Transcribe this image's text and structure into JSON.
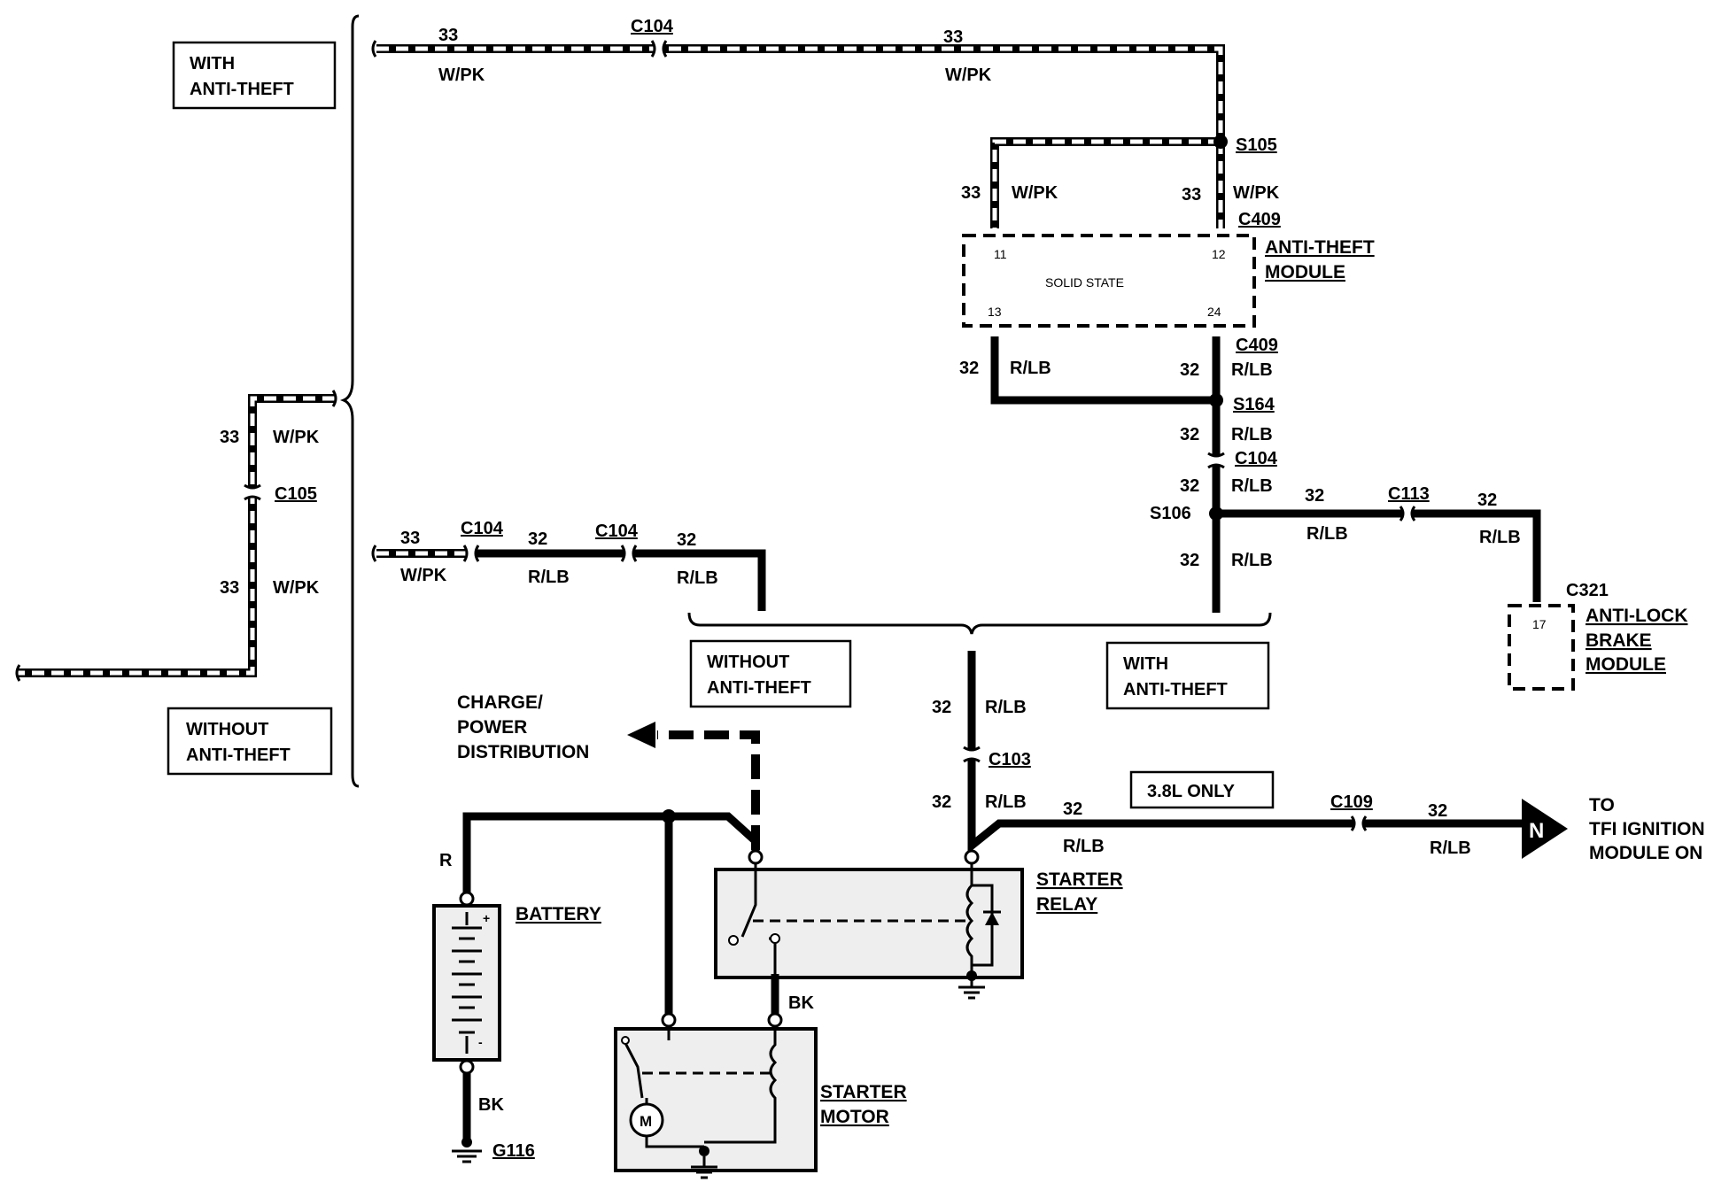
{
  "panels": {
    "with_anti_theft_left": [
      "WITH",
      "ANTI-THEFT"
    ],
    "without_anti_theft_left": [
      "WITHOUT",
      "ANTI-THEFT"
    ],
    "without_anti_theft_mid": [
      "WITHOUT",
      "ANTI-THEFT"
    ],
    "with_anti_theft_mid": [
      "WITH",
      "ANTI-THEFT"
    ]
  },
  "circuits": {
    "c33": "33",
    "c32": "32",
    "w_pk": "W/PK",
    "r_lb": "R/LB",
    "r": "R",
    "bk": "BK"
  },
  "connectors": {
    "c104": "C104",
    "c105": "C105",
    "c409": "C409",
    "c113": "C113",
    "c321": "C321",
    "c103": "C103",
    "c109": "C109",
    "s105": "S105",
    "s164": "S164",
    "s106": "S106",
    "g116": "G116"
  },
  "anti_theft_module": {
    "title": [
      "ANTI-THEFT",
      "MODULE"
    ],
    "inner": "SOLID STATE",
    "pins": [
      "11",
      "12",
      "13",
      "24"
    ]
  },
  "abs_module": {
    "title": [
      "ANTI-LOCK",
      "BRAKE",
      "MODULE"
    ],
    "pin": "17"
  },
  "charge": [
    "CHARGE/",
    "POWER",
    "DISTRIBUTION"
  ],
  "battery": {
    "label": "BATTERY",
    "plus": "+",
    "minus": "-"
  },
  "starter_relay": [
    "STARTER",
    "RELAY"
  ],
  "starter_motor": {
    "label": [
      "STARTER",
      "MOTOR"
    ],
    "m": "M"
  },
  "engine_note": "3.8L ONLY",
  "tfi": [
    "TO",
    "TFI IGNITION",
    "MODULE ON"
  ],
  "arrow_letter": "N"
}
